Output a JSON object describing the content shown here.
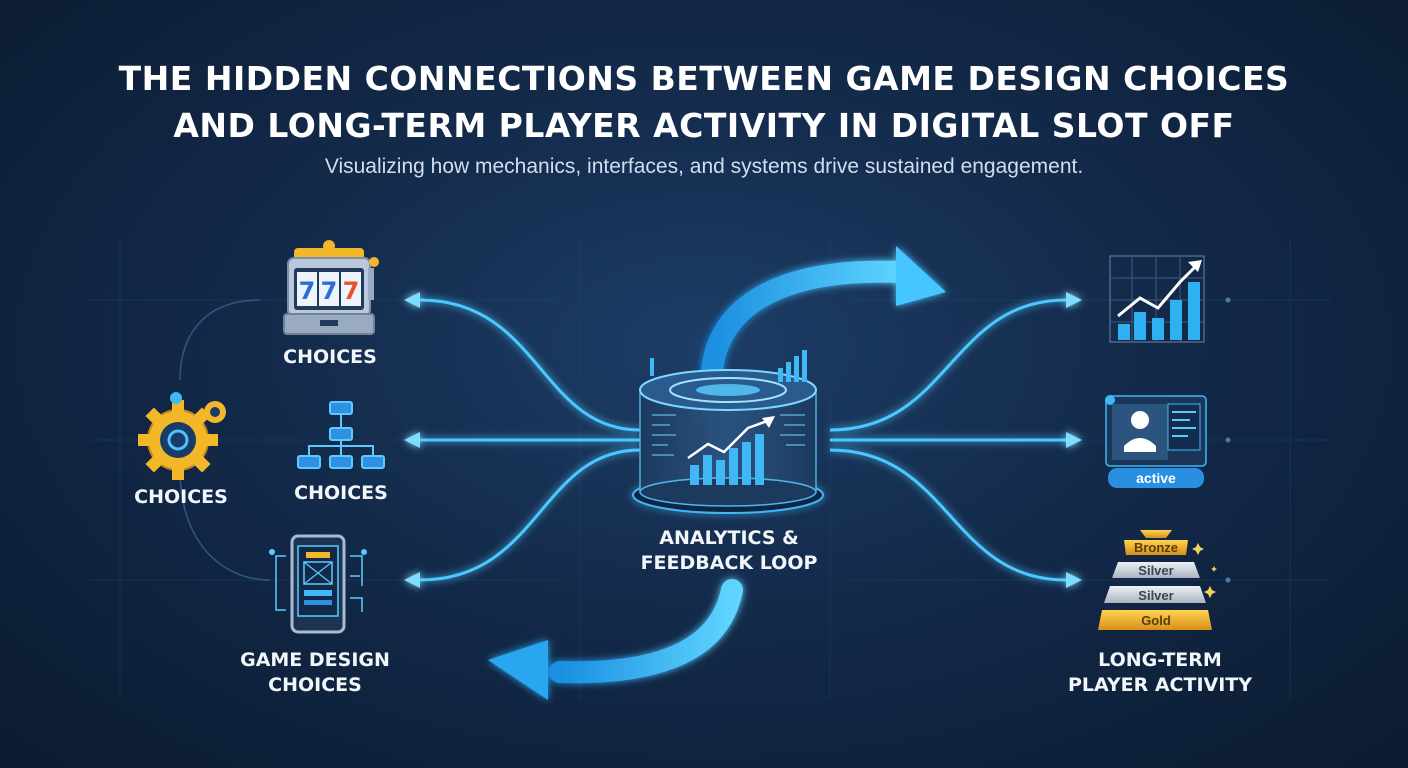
{
  "title_line1": "THE HIDDEN CONNECTIONS BETWEEN GAME DESIGN CHOICES",
  "title_line2": "AND LONG-TERM PLAYER ACTIVITY IN DIGITAL SLOT OFF",
  "subtitle": "Visualizing how mechanics, interfaces, and systems drive sustained engagement.",
  "left": {
    "slot_label": "CHOICES",
    "gears_label": "CHOICES",
    "flow_label": "CHOICES",
    "phone_label_line1": "GAME DESIGN",
    "phone_label_line2": "CHOICES",
    "slot_reels": [
      "7",
      "7",
      "7"
    ]
  },
  "center": {
    "label_line1": "ANALYTICS &",
    "label_line2": "FEEDBACK LOOP"
  },
  "right": {
    "profile_badge": "active",
    "tiers": [
      "Bronze",
      "Silver",
      "Silver",
      "Gold"
    ],
    "label_line1": "LONG-TERM",
    "label_line2": "PLAYER ACTIVITY"
  },
  "colors": {
    "accent": "#3cc4ff",
    "gold": "#f3b82a",
    "background": "#132a4a"
  },
  "icons": [
    "slot-machine-icon",
    "gears-icon",
    "flowchart-icon",
    "mobile-wireframe-icon",
    "analytics-database-icon",
    "growth-chart-icon",
    "user-profile-icon",
    "tier-pyramid-icon"
  ]
}
